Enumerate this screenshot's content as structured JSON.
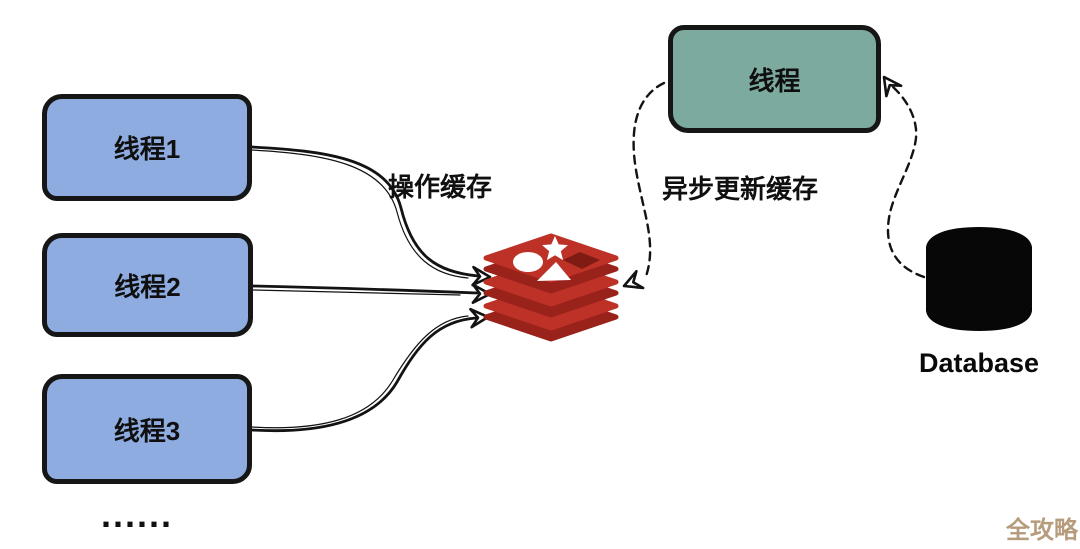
{
  "diagram": {
    "title_context": "redis-async-cache-update-diagram",
    "threads": [
      {
        "label": "线程1"
      },
      {
        "label": "线程2"
      },
      {
        "label": "线程3"
      }
    ],
    "ellipsis": "......",
    "async_thread": {
      "label": "线程"
    },
    "database": {
      "label": "Database"
    },
    "edges": {
      "operate_cache_label": "操作缓存",
      "async_update_label": "异步更新缓存"
    },
    "icons": {
      "cache": "redis-stack-icon",
      "database": "database-cylinder-icon"
    },
    "watermark": "全攻略",
    "colors": {
      "thread_box_fill": "#8FACE1",
      "async_thread_box_fill": "#7CAA9E",
      "redis_top_red": "#BE3127",
      "redis_side_red": "#99221B",
      "redis_hole_red": "#7E1B12",
      "database_fill": "#070707",
      "ink": "#161616",
      "watermark_color": "#B69C7C"
    }
  }
}
